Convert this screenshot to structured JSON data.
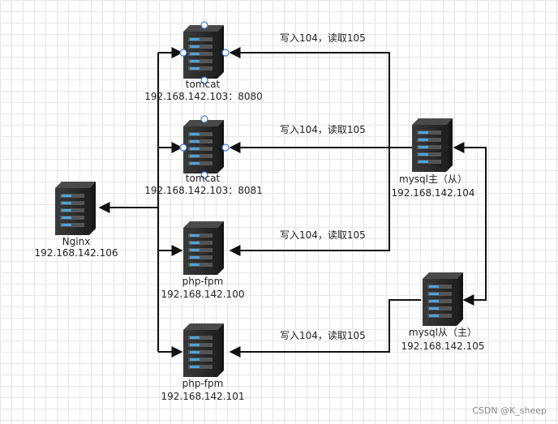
{
  "nodes": {
    "nginx": {
      "name": "Nginx",
      "ip": "192.168.142.106"
    },
    "tomcat1": {
      "name": "tomcat",
      "ip": "192.168.142.103：8080"
    },
    "tomcat2": {
      "name": "tomcat",
      "ip": "192.168.142.103：8081"
    },
    "php1": {
      "name": "php-fpm",
      "ip": "192.168.142.100"
    },
    "php2": {
      "name": "php-fpm",
      "ip": "192.168.142.101"
    },
    "mysql_master": {
      "name": "mysql主（从）",
      "ip": "192.168.142.104"
    },
    "mysql_slave": {
      "name": "mysql从（主）",
      "ip": "192.168.142.105"
    }
  },
  "edge_labels": {
    "e1": "写入104，读取105",
    "e2": "写入104，读取105",
    "e3": "写入104，读取105",
    "e4": "写入104，读取105"
  },
  "watermark": "CSDN @K_sheep",
  "colors": {
    "server_body": "#2b2b2b",
    "server_slot": "#4aa3df",
    "line": "#111111",
    "handle": "#3b7dd8"
  }
}
